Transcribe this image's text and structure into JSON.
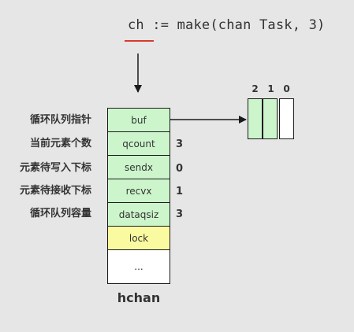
{
  "code": "ch := make(chan Task, 3)",
  "struct_name": "hchan",
  "rows": [
    {
      "label": "循环队列指针",
      "field": "buf",
      "value": ""
    },
    {
      "label": "当前元素个数",
      "field": "qcount",
      "value": "3"
    },
    {
      "label": "元素待写入下标",
      "field": "sendx",
      "value": "0"
    },
    {
      "label": "元素待接收下标",
      "field": "recvx",
      "value": "1"
    },
    {
      "label": "循环队列容量",
      "field": "dataqsiz",
      "value": "3"
    },
    {
      "label": "",
      "field": "lock",
      "value": ""
    },
    {
      "label": "",
      "field": "...",
      "value": ""
    }
  ],
  "buffer": {
    "indices": [
      "2",
      "1",
      "0"
    ],
    "slot_states": [
      "filled",
      "filled",
      "empty"
    ]
  },
  "colors": {
    "background": "#e6e6e6",
    "field_green": "#ccf5cc",
    "lock_yellow": "#fafaa0",
    "empty_white": "#ffffff",
    "underline_red": "#d93a2b",
    "line": "#1a1a1a"
  }
}
